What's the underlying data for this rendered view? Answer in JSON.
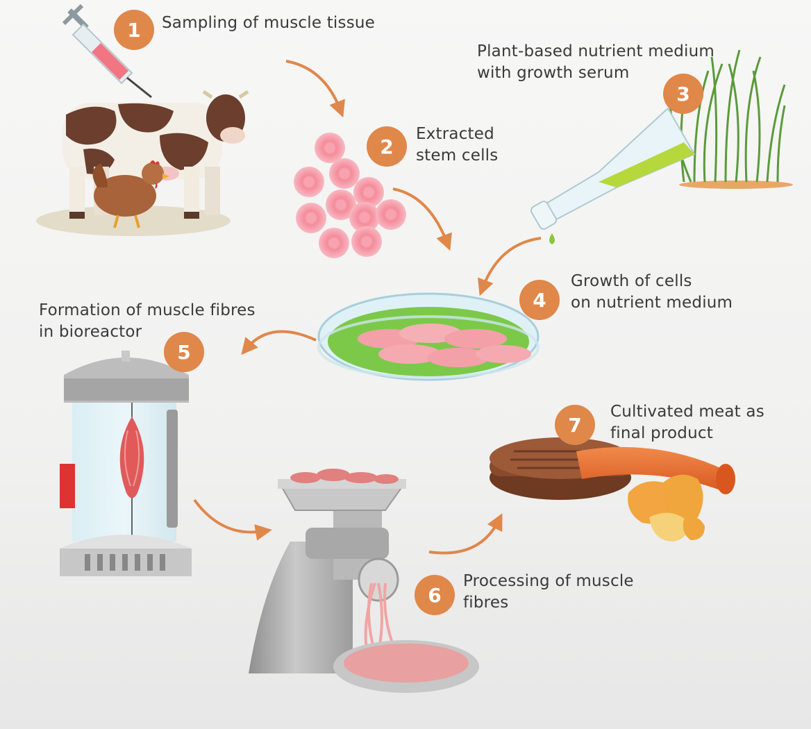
{
  "colors": {
    "accent": "#e0874a",
    "text": "#3a3a3a",
    "cell": "#f08a98",
    "medium": "#7cc94a"
  },
  "steps": [
    {
      "number": "1",
      "lines": [
        "Sampling of muscle tissue"
      ]
    },
    {
      "number": "2",
      "lines": [
        "Extracted",
        "stem cells"
      ]
    },
    {
      "number": "3",
      "lines": [
        "Plant-based nutrient medium",
        "with growth serum"
      ]
    },
    {
      "number": "4",
      "lines": [
        "Growth of cells",
        "on nutrient medium"
      ]
    },
    {
      "number": "5",
      "lines": [
        "Formation of muscle fibres",
        "in bioreactor"
      ]
    },
    {
      "number": "6",
      "lines": [
        "Processing of muscle",
        "fibres"
      ]
    },
    {
      "number": "7",
      "lines": [
        "Cultivated meat as",
        "final product"
      ]
    }
  ],
  "illustrations": [
    "syringe-icon",
    "cow-icon",
    "chicken-icon",
    "stem-cells-icon",
    "flask-icon",
    "grass-icon",
    "petri-dish-icon",
    "bioreactor-icon",
    "meat-grinder-icon",
    "burger-patty-icon",
    "sausage-icon",
    "nuggets-icon"
  ]
}
